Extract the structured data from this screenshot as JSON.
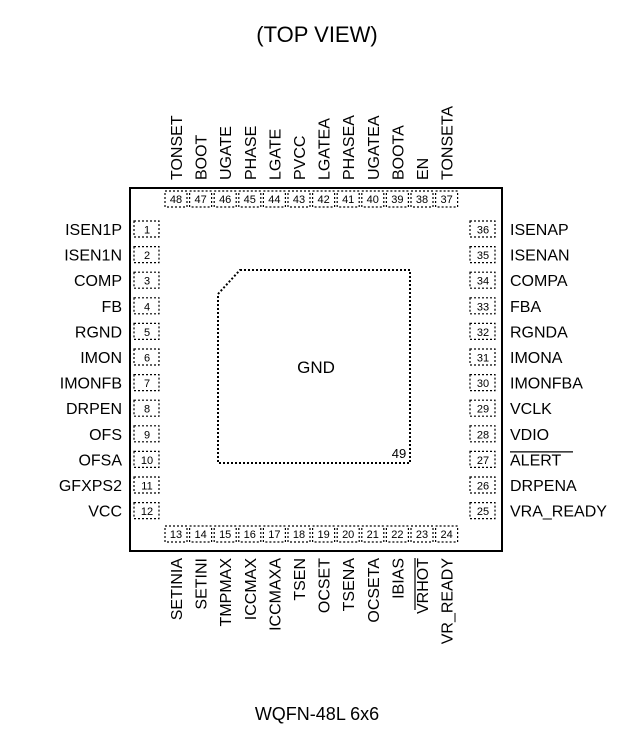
{
  "title": "(TOP VIEW)",
  "package": "WQFN-48L 6x6",
  "exposed_pad": {
    "label": "GND",
    "number": "49"
  },
  "pins_left": [
    {
      "num": "1",
      "name": "ISEN1P"
    },
    {
      "num": "2",
      "name": "ISEN1N"
    },
    {
      "num": "3",
      "name": "COMP"
    },
    {
      "num": "4",
      "name": "FB"
    },
    {
      "num": "5",
      "name": "RGND"
    },
    {
      "num": "6",
      "name": "IMON"
    },
    {
      "num": "7",
      "name": "IMONFB"
    },
    {
      "num": "8",
      "name": "DRPEN"
    },
    {
      "num": "9",
      "name": "OFS"
    },
    {
      "num": "10",
      "name": "OFSA"
    },
    {
      "num": "11",
      "name": "GFXPS2"
    },
    {
      "num": "12",
      "name": "VCC"
    }
  ],
  "pins_bottom": [
    {
      "num": "13",
      "name": "SETINIA"
    },
    {
      "num": "14",
      "name": "SETINI"
    },
    {
      "num": "15",
      "name": "TMPMAX"
    },
    {
      "num": "16",
      "name": "ICCMAX"
    },
    {
      "num": "17",
      "name": "ICCMAXA"
    },
    {
      "num": "18",
      "name": "TSEN"
    },
    {
      "num": "19",
      "name": "OCSET"
    },
    {
      "num": "20",
      "name": "TSENA"
    },
    {
      "num": "21",
      "name": "OCSETA"
    },
    {
      "num": "22",
      "name": "IBIAS"
    },
    {
      "num": "23",
      "name": "VRHOT",
      "overline": true
    },
    {
      "num": "24",
      "name": "VR_READY"
    }
  ],
  "pins_right": [
    {
      "num": "36",
      "name": "ISENAP"
    },
    {
      "num": "35",
      "name": "ISENAN"
    },
    {
      "num": "34",
      "name": "COMPA"
    },
    {
      "num": "33",
      "name": "FBA"
    },
    {
      "num": "32",
      "name": "RGNDA"
    },
    {
      "num": "31",
      "name": "IMONA"
    },
    {
      "num": "30",
      "name": "IMONFBA"
    },
    {
      "num": "29",
      "name": "VCLK"
    },
    {
      "num": "28",
      "name": "VDIO"
    },
    {
      "num": "27",
      "name": "ALERT",
      "overline": true
    },
    {
      "num": "26",
      "name": "DRPENA"
    },
    {
      "num": "25",
      "name": "VRA_READY"
    }
  ],
  "pins_top": [
    {
      "num": "48",
      "name": "TONSET"
    },
    {
      "num": "47",
      "name": "BOOT"
    },
    {
      "num": "46",
      "name": "UGATE"
    },
    {
      "num": "45",
      "name": "PHASE"
    },
    {
      "num": "44",
      "name": "LGATE"
    },
    {
      "num": "43",
      "name": "PVCC"
    },
    {
      "num": "42",
      "name": "LGATEA"
    },
    {
      "num": "41",
      "name": "PHASEA"
    },
    {
      "num": "40",
      "name": "UGATEA"
    },
    {
      "num": "39",
      "name": "BOOTA"
    },
    {
      "num": "38",
      "name": "EN"
    },
    {
      "num": "37",
      "name": "TONSETA"
    }
  ]
}
